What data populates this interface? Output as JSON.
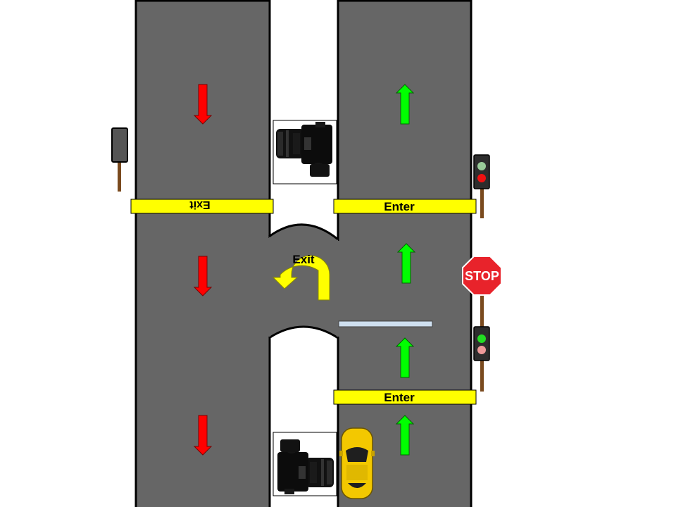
{
  "labels": {
    "exit_top": "Exit",
    "enter_top": "Enter",
    "enter_bottom": "Enter",
    "uturn_exit": "Exit",
    "stop_sign": "STOP"
  },
  "colors": {
    "road": "#666666",
    "road_outline": "#000000",
    "background": "#ffffff",
    "line_yellow": "#ffff00",
    "arrow_exit": "#ff0000",
    "arrow_enter": "#00ff00",
    "uturn_arrow": "#ffff00",
    "stop_sign": "#e8232b",
    "light_red": "#ee1111",
    "light_green": "#22dd22",
    "light_red_off": "#ee9999",
    "light_green_off": "#99cc99",
    "pole": "#7a4a1e",
    "gate_bar": "#cfe0f0",
    "car": "#f3c800"
  },
  "icons": {
    "camera_top": "camera-icon",
    "camera_bottom": "camera-icon",
    "car": "car-icon",
    "stop": "stop-sign-icon",
    "traffic_light_top": "traffic-light-icon",
    "traffic_light_bottom": "traffic-light-icon",
    "sign_post": "sign-post-icon"
  },
  "traffic_lights": {
    "top": {
      "state": "red"
    },
    "bottom": {
      "state": "green"
    }
  }
}
